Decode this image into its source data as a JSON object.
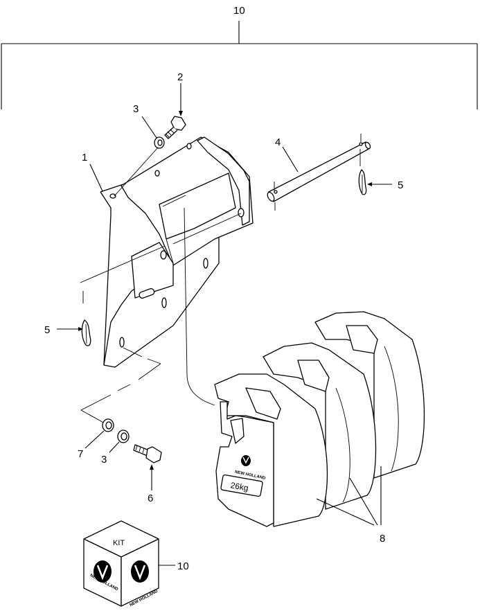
{
  "callouts": {
    "c10_top": "10",
    "c1": "1",
    "c2": "2",
    "c3_top": "3",
    "c4": "4",
    "c5_right": "5",
    "c5_left": "5",
    "c7": "7",
    "c3_bottom": "3",
    "c6": "6",
    "c8": "8",
    "c10_kit": "10"
  },
  "weight": {
    "mass_label": "26kg",
    "brand": "NEW HOLLAND"
  },
  "kit": {
    "label": "KIT",
    "brand_left": "NEW HOLLAND",
    "brand_right": "NEW HOLLAND"
  }
}
